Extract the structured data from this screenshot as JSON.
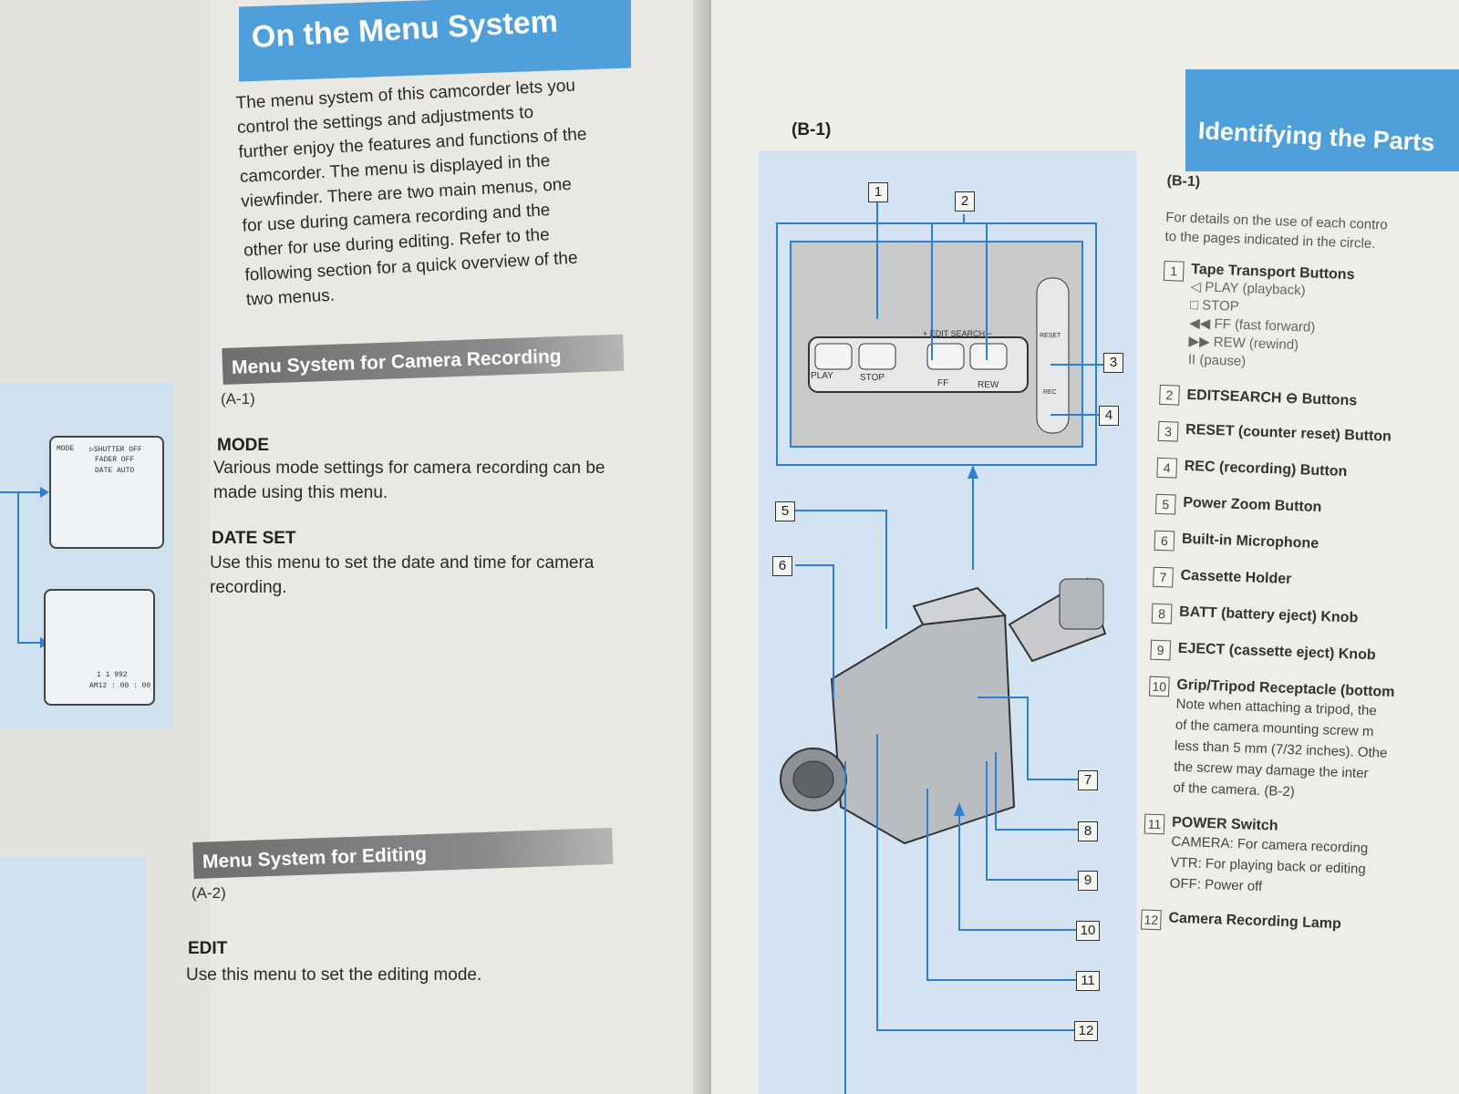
{
  "left_page": {
    "title": "On the Menu System",
    "intro_lines": [
      "The menu system of this camcorder lets you",
      "control the settings and adjustments to",
      "further enjoy the features and functions of the",
      "camcorder. The menu is displayed in the",
      "viewfinder. There are two main menus, one",
      "for use during camera recording and the",
      "other for use during editing. Refer to the",
      "following section for a quick overview of the",
      "two menus."
    ],
    "section1": {
      "title": "Menu System for Camera Recording",
      "ref": "(A-1)",
      "item1_heading": "MODE",
      "item1_text": "Various mode settings for camera recording can be made using this menu.",
      "item2_heading": "DATE SET",
      "item2_text": "Use this menu to set the date and time for camera recording."
    },
    "section2": {
      "title": "Menu System for Editing",
      "ref": "(A-2)",
      "item1_heading": "EDIT",
      "item1_text": "Use this menu to set the editing mode."
    },
    "viewfinder_1": {
      "mode": "MODE",
      "shutter": "▷SHUTTER OFF",
      "fader": "FADER   OFF",
      "date": "DATE    AUTO"
    },
    "viewfinder_2": {
      "date": "1  1  992",
      "time": "AM12 : 00 : 00"
    }
  },
  "right_page": {
    "figure_label": "(B-1)",
    "diagram_labels": {
      "play": "PLAY",
      "stop": "STOP",
      "ff": "FF",
      "rew": "REW",
      "edit_search": "+ EDIT SEARCH −",
      "reset": "RESET",
      "rec": "REC"
    },
    "callouts": [
      "1",
      "2",
      "3",
      "4",
      "5",
      "6",
      "7",
      "8",
      "9",
      "10",
      "11",
      "12"
    ],
    "parts_title": "Identifying the Parts",
    "parts_ref": "(B-1)",
    "parts_intro_1": "For details on the use of each contro",
    "parts_intro_2": "to the pages indicated in the circle.",
    "parts": [
      {
        "num": "1",
        "name": "Tape Transport Buttons"
      },
      {
        "num": "2",
        "name": "EDITSEARCH ⊖ Buttons"
      },
      {
        "num": "3",
        "name": "RESET (counter reset) Button"
      },
      {
        "num": "4",
        "name": "REC (recording) Button"
      },
      {
        "num": "5",
        "name": "Power Zoom Button"
      },
      {
        "num": "6",
        "name": "Built-in Microphone"
      },
      {
        "num": "7",
        "name": "Cassette Holder"
      },
      {
        "num": "8",
        "name": "BATT (battery eject) Knob"
      },
      {
        "num": "9",
        "name": "EJECT (cassette eject) Knob"
      },
      {
        "num": "10",
        "name": "Grip/Tripod Receptacle (bottom"
      },
      {
        "num": "11",
        "name": "POWER Switch"
      },
      {
        "num": "12",
        "name": "Camera Recording Lamp"
      }
    ],
    "tape_sub": [
      "◁ PLAY (playback)",
      "□ STOP",
      "◀◀ FF (fast forward)",
      "▶▶ REW (rewind)",
      "II (pause)"
    ],
    "grip_note": [
      "Note when attaching a tripod, the",
      "of the camera mounting screw m",
      "less than 5 mm (7/32 inches). Othe",
      "the screw may damage the inter",
      "of the camera. (B-2)"
    ],
    "power_sub": [
      "CAMERA: For camera recording",
      "VTR: For playing back or editing",
      "OFF: Power off"
    ]
  },
  "colors": {
    "accent_blue": "#4f9fdb",
    "panel_blue": "#d3e3f1",
    "line_blue": "#2f7fd0",
    "section_gray": "#777777"
  }
}
